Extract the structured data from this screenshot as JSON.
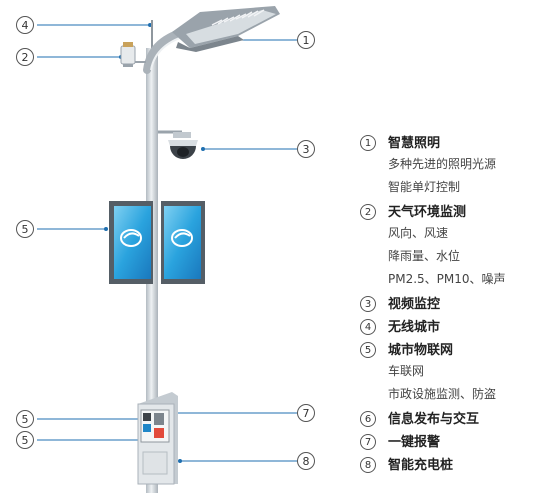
{
  "callouts": {
    "lamp": "1",
    "weather": "2",
    "camera": "3",
    "wireless": "4",
    "banner": "5",
    "cabinet_top": "5",
    "cabinet_bottom": "5",
    "screen": "7",
    "charger": "8"
  },
  "legend": [
    {
      "num": "1",
      "title": "智慧照明",
      "lines": [
        "多种先进的照明光源",
        "智能单灯控制"
      ]
    },
    {
      "num": "2",
      "title": "天气环境监测",
      "lines": [
        "风向、风速",
        "降雨量、水位",
        "PM2.5、PM10、噪声"
      ]
    },
    {
      "num": "3",
      "title": "视频监控",
      "lines": []
    },
    {
      "num": "4",
      "title": "无线城市",
      "lines": []
    },
    {
      "num": "5",
      "title": "城市物联网",
      "lines": [
        "车联网",
        "市政设施监测、防盗"
      ]
    },
    {
      "num": "6",
      "title": "信息发布与交互",
      "lines": []
    },
    {
      "num": "7",
      "title": "一键报警",
      "lines": []
    },
    {
      "num": "8",
      "title": "智能充电桩",
      "lines": []
    }
  ],
  "colors": {
    "pole": "#c9d0d6",
    "banner_blue": "#1e86c8",
    "leader": "#1f6fb0"
  }
}
